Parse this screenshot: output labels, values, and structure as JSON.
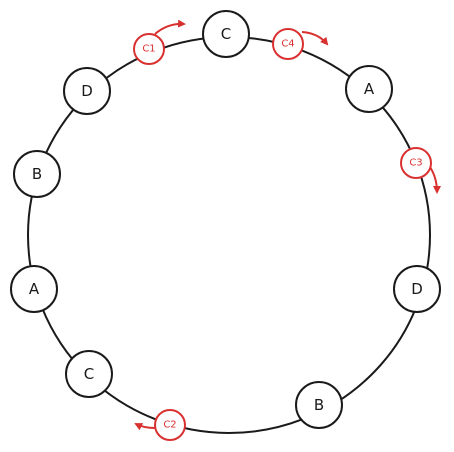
{
  "colors": {
    "ring": "#1a1a1a",
    "node_fill": "#ffffff",
    "node_stroke": "#1a1a1a",
    "client": "#d93030"
  },
  "nodes": [
    {
      "label": "C"
    },
    {
      "label": "A"
    },
    {
      "label": "D"
    },
    {
      "label": "B"
    },
    {
      "label": "C"
    },
    {
      "label": "A"
    },
    {
      "label": "B"
    },
    {
      "label": "D"
    }
  ],
  "clients": [
    {
      "label": "C1",
      "arrow": "clockwise"
    },
    {
      "label": "C4",
      "arrow": "clockwise"
    },
    {
      "label": "C3",
      "arrow": "clockwise"
    },
    {
      "label": "C2",
      "arrow": "clockwise"
    }
  ]
}
